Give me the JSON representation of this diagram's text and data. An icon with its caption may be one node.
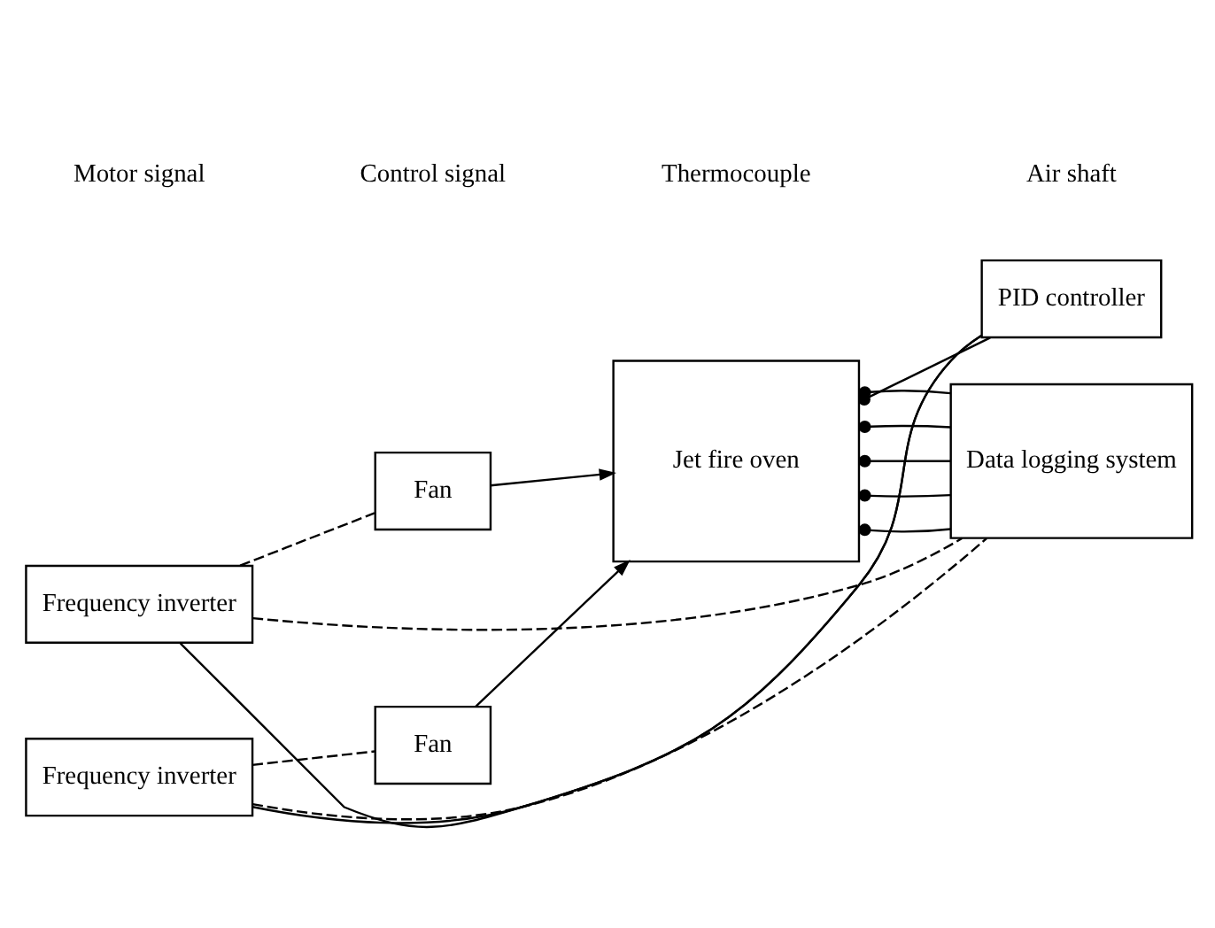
{
  "diagram": {
    "nodes": [
      {
        "text": [
          "Fan"
        ]
      },
      {
        "text": [
          "Fan"
        ]
      },
      {
        "text": [
          "Jet fire oven"
        ]
      },
      {
        "text": [
          "Data logging system"
        ]
      },
      {
        "text": [
          "Frequency inverter"
        ]
      },
      {
        "text": [
          "Frequency inverter"
        ]
      },
      {
        "text": [
          "PID controller"
        ]
      }
    ],
    "edges": [
      {
        "from": 4,
        "to": 0,
        "arrow": "none",
        "style": "dashed"
      },
      {
        "from": 5,
        "to": 1,
        "arrow": "none",
        "style": "dashed"
      },
      {
        "from": 4,
        "to": 3,
        "arrow": "none",
        "style": "dashed"
      },
      {
        "from": 5,
        "to": 3,
        "arrow": "none",
        "style": "dashed"
      },
      {
        "from": 0,
        "to": 2,
        "arrow": "to"
      },
      {
        "from": 1,
        "to": 2,
        "arrow": "to"
      },
      {
        "from": 2,
        "to": 3,
        "arrow": "other"
      },
      {
        "from": 2,
        "to": 3,
        "arrow": "other"
      },
      {
        "from": 2,
        "to": 3,
        "arrow": "other"
      },
      {
        "from": 2,
        "to": 3,
        "arrow": "other"
      },
      {
        "from": 2,
        "to": 3,
        "arrow": "other"
      },
      {
        "from": 2,
        "to": 6,
        "arrow": "other"
      },
      {
        "from": 6,
        "to": 5,
        "arrow": "none"
      },
      {
        "from": 6,
        "to": 4,
        "arrow": "none"
      }
    ],
    "legend": [
      {
        "text": "Motor signal"
      },
      {
        "text": "Control signal"
      },
      {
        "text": "Thermocouple"
      },
      {
        "text": "Air shaft"
      }
    ]
  }
}
